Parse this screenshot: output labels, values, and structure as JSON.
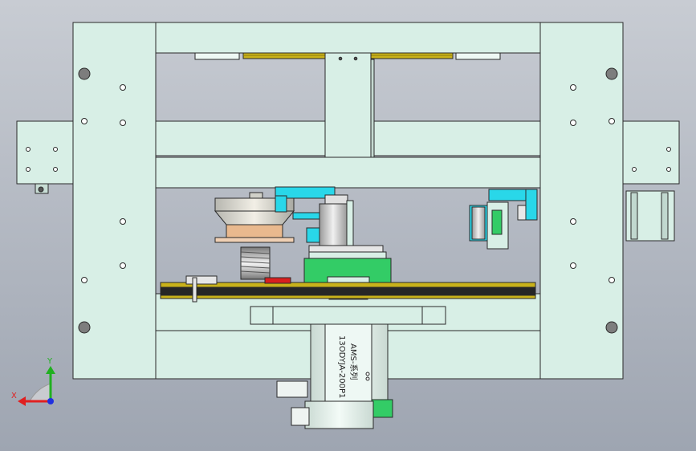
{
  "viewport": {
    "title": "",
    "background_top": "#c8ccd3",
    "background_bottom": "#9ea5b1"
  },
  "palette": {
    "frame_fill": "#d8efe6",
    "frame_stroke": "#2a2a2a",
    "cyan_part": "#29d7e9",
    "green_part": "#33cc66",
    "yellow_bar": "#c9b21a",
    "dark_rail": "#262626",
    "red_block": "#d81f1f",
    "copper": "#d98a3a"
  },
  "cylinder": {
    "model_label": "13ODYJA-200P1",
    "brand_label": "AMS-系列"
  },
  "triad": {
    "x_label": "X",
    "y_label": "Y",
    "x_color": "#e02020",
    "y_color": "#20b020",
    "z_color": "#2030e0"
  }
}
